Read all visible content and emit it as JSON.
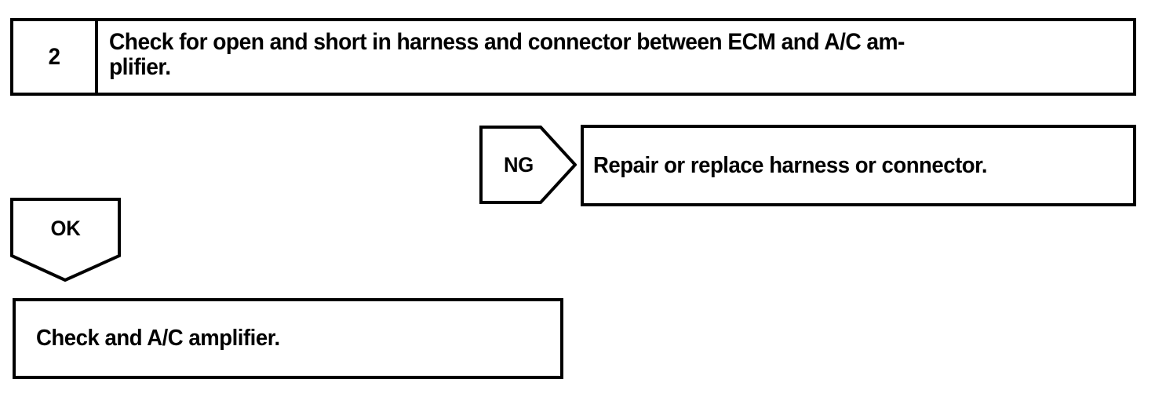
{
  "diagram": {
    "type": "troubleshooting-flowchart",
    "stroke_color": "#000000",
    "background_color": "#ffffff",
    "step": {
      "number": "2",
      "instruction": "Check for open and short in harness and connector between ECM and A/C am-\nplifier."
    },
    "branches": {
      "ng": {
        "label": "NG",
        "direction": "right",
        "result_text": "Repair or replace harness or connector."
      },
      "ok": {
        "label": "OK",
        "direction": "down",
        "result_text": "Check and A/C amplifier."
      }
    }
  }
}
